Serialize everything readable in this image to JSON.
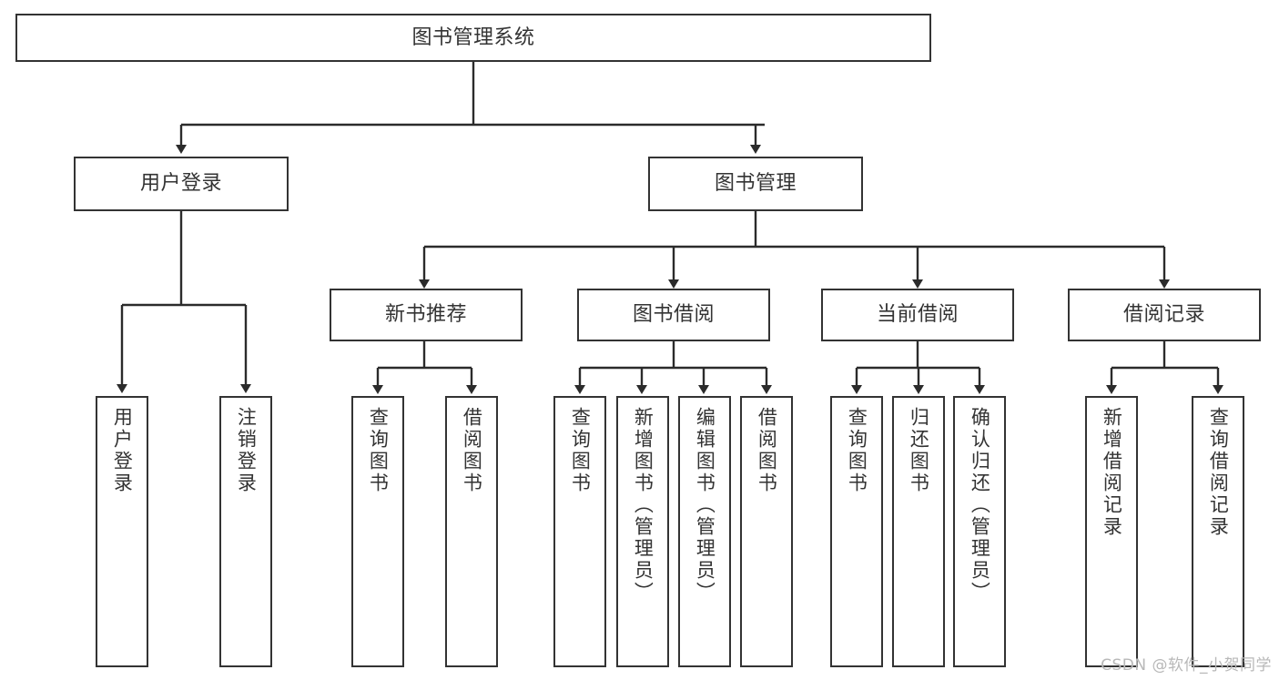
{
  "diagram": {
    "type": "tree-hierarchy",
    "title": "图书管理系统",
    "watermark": "CSDN @软件_小贺同学",
    "style": {
      "box_border_color": "#333333",
      "box_fill_color": "#ffffff",
      "edge_color": "#2b2b2b",
      "text_color": "#333333",
      "watermark_color": "#b8b8b8"
    },
    "nodes": {
      "root": {
        "label": "图书管理系统",
        "level": 0,
        "orientation": "horizontal"
      },
      "user_login": {
        "label": "用户登录",
        "level": 1,
        "orientation": "horizontal"
      },
      "book_manage": {
        "label": "图书管理",
        "level": 1,
        "orientation": "horizontal"
      },
      "new_book_rec": {
        "label": "新书推荐",
        "level": 2,
        "orientation": "horizontal"
      },
      "book_borrow": {
        "label": "图书借阅",
        "level": 2,
        "orientation": "horizontal"
      },
      "current_borrow": {
        "label": "当前借阅",
        "level": 2,
        "orientation": "horizontal"
      },
      "borrow_record": {
        "label": "借阅记录",
        "level": 2,
        "orientation": "horizontal"
      },
      "leaf_1": {
        "label": "用户登录",
        "level": 3,
        "orientation": "vertical",
        "parent": "user_login"
      },
      "leaf_2": {
        "label": "注销登录",
        "level": 3,
        "orientation": "vertical",
        "parent": "user_login"
      },
      "leaf_3": {
        "label": "查询图书",
        "level": 3,
        "orientation": "vertical",
        "parent": "new_book_rec"
      },
      "leaf_4": {
        "label": "借阅图书",
        "level": 3,
        "orientation": "vertical",
        "parent": "new_book_rec"
      },
      "leaf_5": {
        "label": "查询图书",
        "level": 3,
        "orientation": "vertical",
        "parent": "book_borrow"
      },
      "leaf_6": {
        "label": "新增图书（管理员）",
        "level": 3,
        "orientation": "vertical",
        "parent": "book_borrow"
      },
      "leaf_7": {
        "label": "编辑图书（管理员）",
        "level": 3,
        "orientation": "vertical",
        "parent": "book_borrow"
      },
      "leaf_8": {
        "label": "借阅图书",
        "level": 3,
        "orientation": "vertical",
        "parent": "book_borrow"
      },
      "leaf_9": {
        "label": "查询图书",
        "level": 3,
        "orientation": "vertical",
        "parent": "current_borrow"
      },
      "leaf_10": {
        "label": "归还图书",
        "level": 3,
        "orientation": "vertical",
        "parent": "current_borrow"
      },
      "leaf_11": {
        "label": "确认归还（管理员）",
        "level": 3,
        "orientation": "vertical",
        "parent": "current_borrow"
      },
      "leaf_12": {
        "label": "新增借阅记录",
        "level": 3,
        "orientation": "vertical",
        "parent": "borrow_record"
      },
      "leaf_13": {
        "label": "查询借阅记录",
        "level": 3,
        "orientation": "vertical",
        "parent": "borrow_record"
      }
    }
  }
}
